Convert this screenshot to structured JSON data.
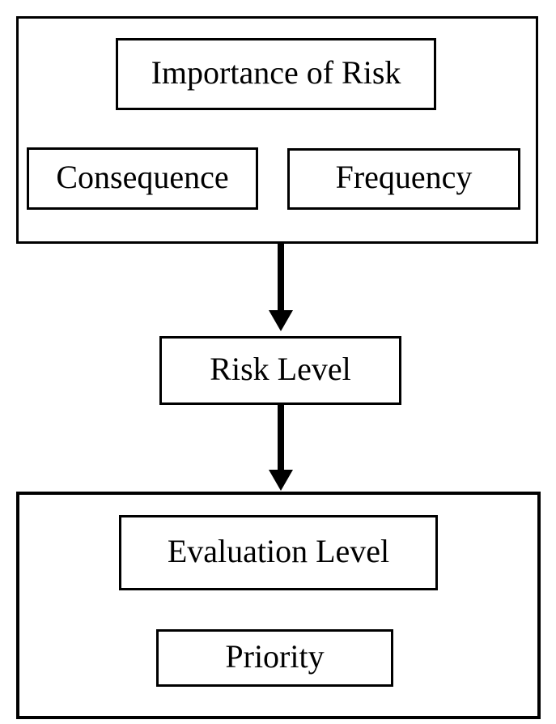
{
  "diagram": {
    "importance_group": {
      "title": "Importance of Risk",
      "consequence_label": "Consequence",
      "frequency_label": "Frequency"
    },
    "risk_level_label": "Risk Level",
    "evaluation_group": {
      "title": "Evaluation Level",
      "priority_label": "Priority"
    },
    "colors": {
      "line": "#000000",
      "background": "#ffffff"
    }
  }
}
